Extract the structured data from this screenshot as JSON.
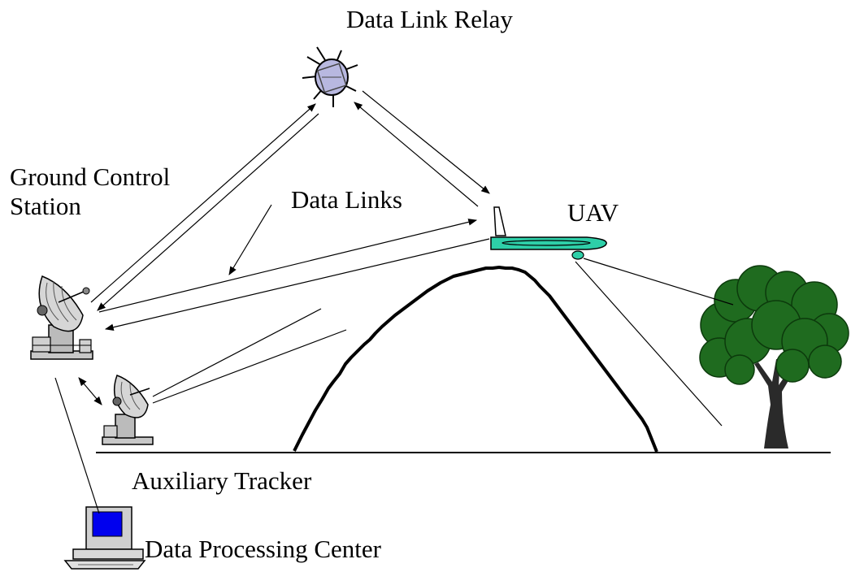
{
  "labels": {
    "relay": "Data Link Relay",
    "gcs_line1": "Ground Control",
    "gcs_line2": "Station",
    "links": "Data Links",
    "uav": "UAV",
    "aux": "Auxiliary Tracker",
    "dpc": "Data Processing Center"
  },
  "colors": {
    "uav_body": "#2ecfa8",
    "tree_foliage": "#1f6b1f",
    "satellite_body": "#b8b8e0",
    "monitor_screen": "#0000ee"
  }
}
